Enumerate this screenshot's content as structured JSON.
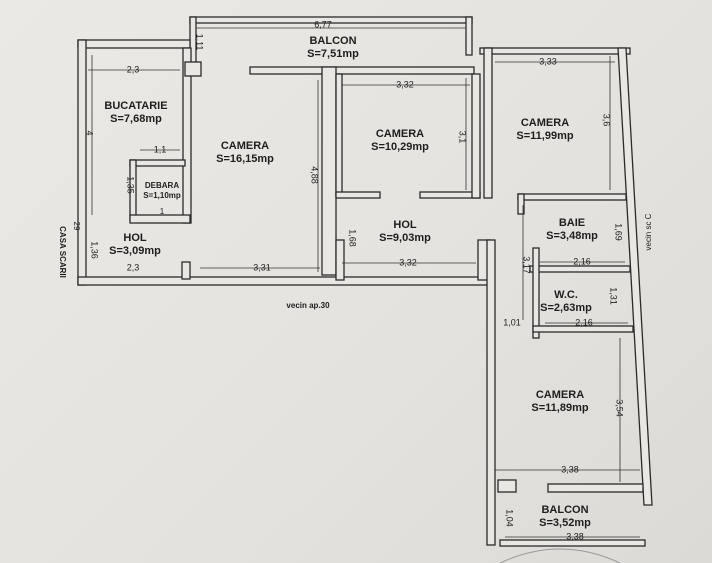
{
  "rooms": {
    "balcon_top": {
      "name": "BALCON",
      "area": "S=7,51mp"
    },
    "bucatarie": {
      "name": "BUCATARIE",
      "area": "S=7,68mp"
    },
    "camera_1": {
      "name": "CAMERA",
      "area": "S=16,15mp"
    },
    "camera_2": {
      "name": "CAMERA",
      "area": "S=10,29mp"
    },
    "camera_3": {
      "name": "CAMERA",
      "area": "S=11,99mp"
    },
    "debara": {
      "name": "DEBARA",
      "area": "S=1,10mp"
    },
    "hol_1": {
      "name": "HOL",
      "area": "S=3,09mp"
    },
    "hol_2": {
      "name": "HOL",
      "area": "S=9,03mp"
    },
    "baie": {
      "name": "BAIE",
      "area": "S=3,48mp"
    },
    "wc": {
      "name": "W.C.",
      "area": "S=2,63mp"
    },
    "camera_4": {
      "name": "CAMERA",
      "area": "S=11,89mp"
    },
    "balcon_bottom": {
      "name": "BALCON",
      "area": "S=3,52mp"
    }
  },
  "dimensions": {
    "balcon_top_width": "6,77",
    "balcon_top_depth": "1,11",
    "bucatarie_width": "2,3",
    "bucatarie_depth": "4",
    "debara_width": "1,1",
    "debara_depth": "1,35",
    "debara_bottom": "1",
    "hol1_depth": "1,36",
    "hol1_width": "2,3",
    "camera1_width": "3,31",
    "camera1_depth": "4,88",
    "camera2_width": "3,32",
    "camera2_depth": "3,1",
    "hol2_depth": "1,68",
    "hol2_width": "3,32",
    "camera3_width": "3,33",
    "camera3_depth": "3,6",
    "baie_depth": "1,69",
    "baie_width": "2,16",
    "hall_depth": "3,17",
    "wc_depth": "1,31",
    "wc_width": "2,16",
    "wc_offset": "1,01",
    "camera4_depth": "3,54",
    "camera4_width": "3,38",
    "balcon_bottom_depth": "1,04",
    "balcon_bottom_width": "3,38"
  },
  "annotations": {
    "casa_scari": "CASA SCARII",
    "casa_scari_num": "29",
    "vecin_ap": "vecin ap.30",
    "vecin_sc": "vecin sc C"
  }
}
